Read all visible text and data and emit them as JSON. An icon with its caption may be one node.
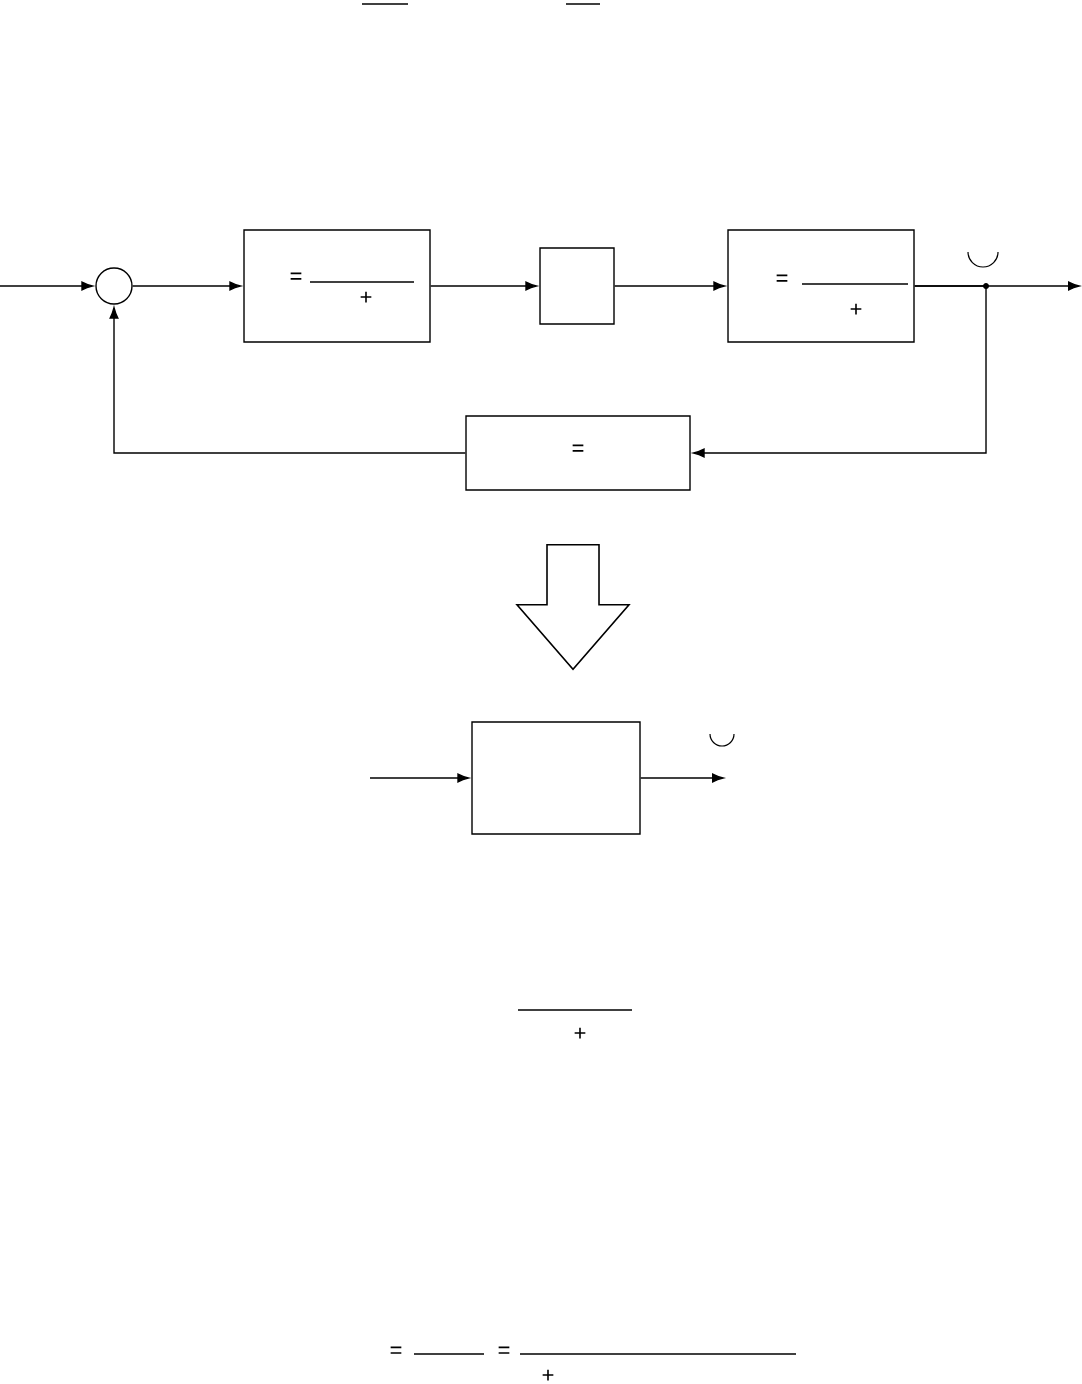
{
  "diagram": {
    "nodes": [
      {
        "text": [],
        "shape": "circle"
      },
      {
        "text": [
          "=",
          "+"
        ]
      },
      {
        "text": [],
        "shape": "box"
      },
      {
        "text": [
          "=",
          "+"
        ]
      },
      {
        "text": [
          "="
        ]
      },
      {
        "text": [],
        "shape": "box"
      }
    ],
    "edges": [
      {
        "from": null,
        "to": 0,
        "arrow": "to"
      },
      {
        "from": 0,
        "to": 1,
        "arrow": "to"
      },
      {
        "from": 1,
        "to": 2,
        "arrow": "to"
      },
      {
        "from": 2,
        "to": 3,
        "arrow": "to"
      },
      {
        "from": 3,
        "to": null,
        "arrow": "to"
      },
      {
        "from": 3,
        "to": 4,
        "arrow": "to"
      },
      {
        "from": 4,
        "to": 0,
        "arrow": "to"
      },
      {
        "from": 4,
        "to": 5,
        "arrow": "to",
        "style": "thick"
      },
      {
        "from": null,
        "to": 5,
        "arrow": "to"
      },
      {
        "from": 5,
        "to": null,
        "arrow": "to"
      }
    ],
    "labels": [
      "+",
      "=",
      "=",
      "+"
    ]
  }
}
